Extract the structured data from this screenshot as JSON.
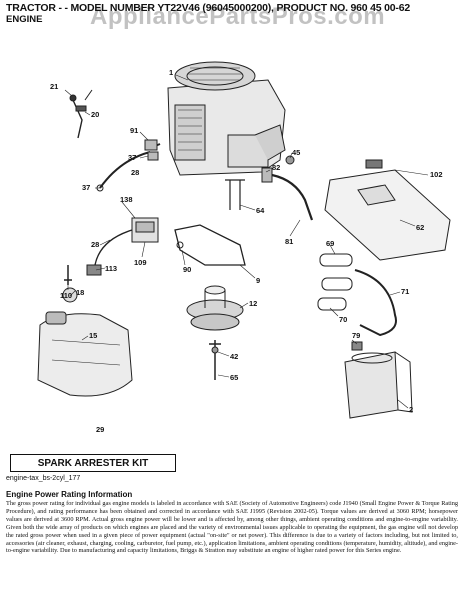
{
  "header": {
    "title": "TRACTOR - - MODEL NUMBER YT22V46 (96045000200), PRODUCT NO. 960 45 00-62",
    "subtitle": "ENGINE",
    "watermark": "AppliancePartsPros.com"
  },
  "callouts": {
    "c1": "1",
    "c21": "21",
    "c20": "20",
    "c91": "91",
    "c37a": "37",
    "c28a": "28",
    "c37b": "37",
    "c45": "45",
    "c82": "82",
    "c102": "102",
    "c64": "64",
    "c81": "81",
    "c138": "138",
    "c28b": "28",
    "c109": "109",
    "c110": "110",
    "c113": "113",
    "c90": "90",
    "c9": "9",
    "c62": "62",
    "c69": "69",
    "c71": "71",
    "c18": "18",
    "c12": "12",
    "c70": "70",
    "c15": "15",
    "c79": "79",
    "c42": "42",
    "c65": "65",
    "c2": "2"
  },
  "kit": {
    "number": "29",
    "label": "SPARK ARRESTER KIT"
  },
  "doc_id": "engine-tax_bs-2cyl_177",
  "rating": {
    "title": "Engine Power Rating Information",
    "text": "The gross power rating for individual gas engine models is labeled in accordance with SAE (Society of Automotive Engineers) code J1940 (Small Engine Power & Torque Rating Procedure), and rating performance has been obtained and corrected in accordance with SAE J1995 (Revision 2002-05). Torque values are derived at 3060 RPM; horsepower values are derived at 3600 RPM. Actual gross engine power will be lower and is affected by, among other things, ambient operating conditions and engine-to-engine variability. Given both the wide array of products on which engines are placed and the variety of environmental issues applicable to operating the equipment, the gas engine will not develop the rated gross power when used in a given piece of power equipment (actual \"on-site\" or net power). This difference is due to a variety of factors including, but not limited to, accessories (air cleaner, exhaust, charging, cooling, carburetor, fuel pump, etc.), application limitations, ambient operating conditions (temperature, humidity, altitude), and engine-to-engine variability. Due to manufacturing and capacity limitations, Briggs & Stratton may substitute an engine of higher rated power for this Series engine."
  }
}
